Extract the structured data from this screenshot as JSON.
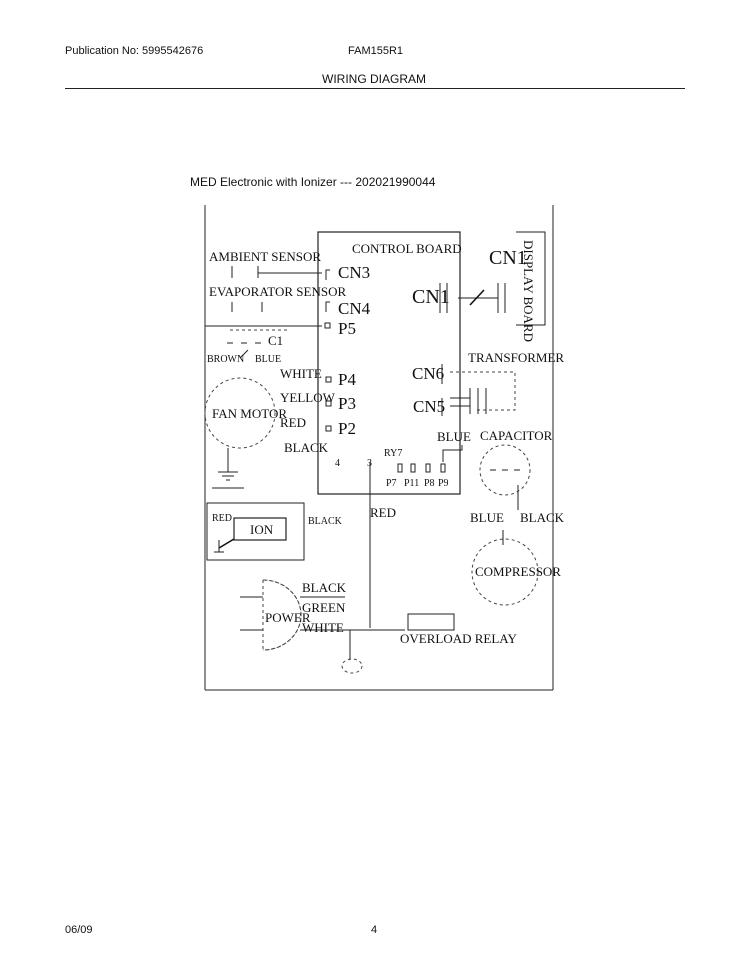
{
  "header": {
    "publication": "Publication No: 5995542676",
    "model": "FAM155R1",
    "section_title": "WIRING DIAGRAM"
  },
  "diagram": {
    "subtitle": "MED Electronic with Ionizer --- 202021990044",
    "control_board": "CONTROL BOARD",
    "connectors": {
      "cn3": "CN3",
      "cn4": "CN4",
      "p5": "P5",
      "p4": "P4",
      "p3": "P3",
      "p2": "P2",
      "cn1_left": "CN1",
      "cn1_right": "CN1",
      "cn6": "CN6",
      "cn5": "CN5",
      "ry7": "RY7",
      "pin4": "4",
      "pin3": "3",
      "p7": "P7",
      "p11": "P11",
      "p8": "P8",
      "p9": "P9"
    },
    "components": {
      "ambient_sensor": "AMBIENT SENSOR",
      "evaporator_sensor": "EVAPORATOR SENSOR",
      "c1": "C1",
      "fan_motor": "FAN MOTOR",
      "ion": "ION",
      "power": "POWER",
      "display_board": "DISPLAY BOARD",
      "transformer": "TRANSFORMER",
      "capacitor": "CAPACITOR",
      "compressor": "COMPRESSOR",
      "overload_relay": "OVERLOAD RELAY"
    },
    "wire_colors": {
      "brown": "BROWN",
      "blue_c1": "BLUE",
      "white_fan": "WHITE",
      "yellow_fan": "YELLOW",
      "red_fan": "RED",
      "black_fan": "BLACK",
      "red_ion": "RED",
      "black_ion": "BLACK",
      "red_mid": "RED",
      "blue_p9": "BLUE",
      "blue_comp": "BLUE",
      "black_comp": "BLACK",
      "black_power": "BLACK",
      "green_power": "GREEN",
      "white_power": "WHITE"
    }
  },
  "footer": {
    "date": "06/09",
    "page": "4"
  }
}
